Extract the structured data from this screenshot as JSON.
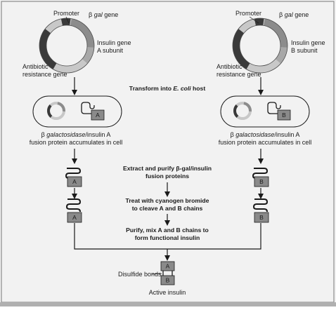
{
  "colors": {
    "background": "#f2f2f2",
    "border": "#8a8a8a",
    "plasmid_dark": "#3a3a3a",
    "plasmid_mid": "#8c8c8c",
    "plasmid_light": "#c8c8c8",
    "chain_box": "#8a8a8a",
    "line": "#1a1a1a"
  },
  "left_plasmid": {
    "promoter": "Promoter",
    "gene_symbol": "β",
    "gene_name": " gal",
    "gene_suffix": " gene",
    "insulin_line1": "Insulin gene",
    "insulin_line2": "A subunit",
    "antibiotic_line1": "Antibiotic",
    "antibiotic_line2": "resistance gene"
  },
  "right_plasmid": {
    "promoter": "Promoter",
    "gene_symbol": "β",
    "gene_name": " gal",
    "gene_suffix": " gene",
    "insulin_line1": "Insulin gene",
    "insulin_line2": "B subunit",
    "antibiotic_line1": "Antibiotic",
    "antibiotic_line2": "resistance gene"
  },
  "transform": {
    "prefix": "Transform into ",
    "organism": "E. coli",
    "suffix": " host"
  },
  "left_cell": {
    "chain_letter": "A",
    "caption_symbol": "β",
    "caption_enzyme": " galactosidase",
    "caption_rest": "/insulin A",
    "caption_line2": "fusion protein accumulates in cell"
  },
  "right_cell": {
    "chain_letter": "B",
    "caption_symbol": "β",
    "caption_enzyme": " galactosidase",
    "caption_rest": "/insulin A",
    "caption_line2": "fusion protein accumulates in cell"
  },
  "steps": {
    "extract_line1": "Extract and purify β-gal/insulin",
    "extract_line2": "fusion proteins",
    "treat_line1": "Treat with cyanogen bromide",
    "treat_line2": "to cleave A and B chains",
    "purify_line1": "Purify, mix A and B chains to",
    "purify_line2": "form functional insulin"
  },
  "chains": {
    "a": "A",
    "b": "B"
  },
  "product": {
    "disulfide": "Disulfide bonds",
    "chain_a": "A",
    "chain_b": "B",
    "label": "Active insulin"
  }
}
